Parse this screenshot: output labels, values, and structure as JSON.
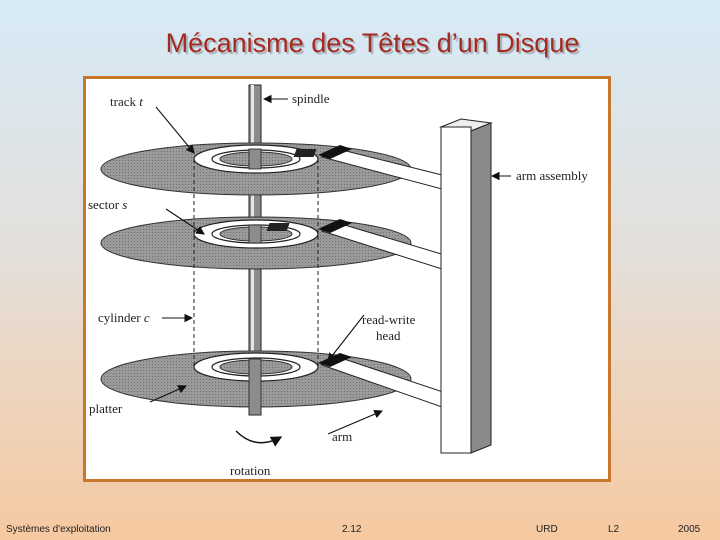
{
  "slide": {
    "title": "Mécanisme des Têtes d’un Disque"
  },
  "diagram": {
    "labels": {
      "track": "track",
      "track_var": "t",
      "spindle": "spindle",
      "arm_assembly": "arm assembly",
      "sector": "sector",
      "sector_var": "s",
      "cylinder": "cylinder",
      "cylinder_var": "c",
      "read_write_1": "read-write",
      "read_write_2": "head",
      "platter": "platter",
      "arm": "arm",
      "rotation": "rotation"
    }
  },
  "footer": {
    "course": "Systèmes d'exploitation",
    "page": "2.12",
    "univ": "URD",
    "level": "L2",
    "year": "2005"
  }
}
